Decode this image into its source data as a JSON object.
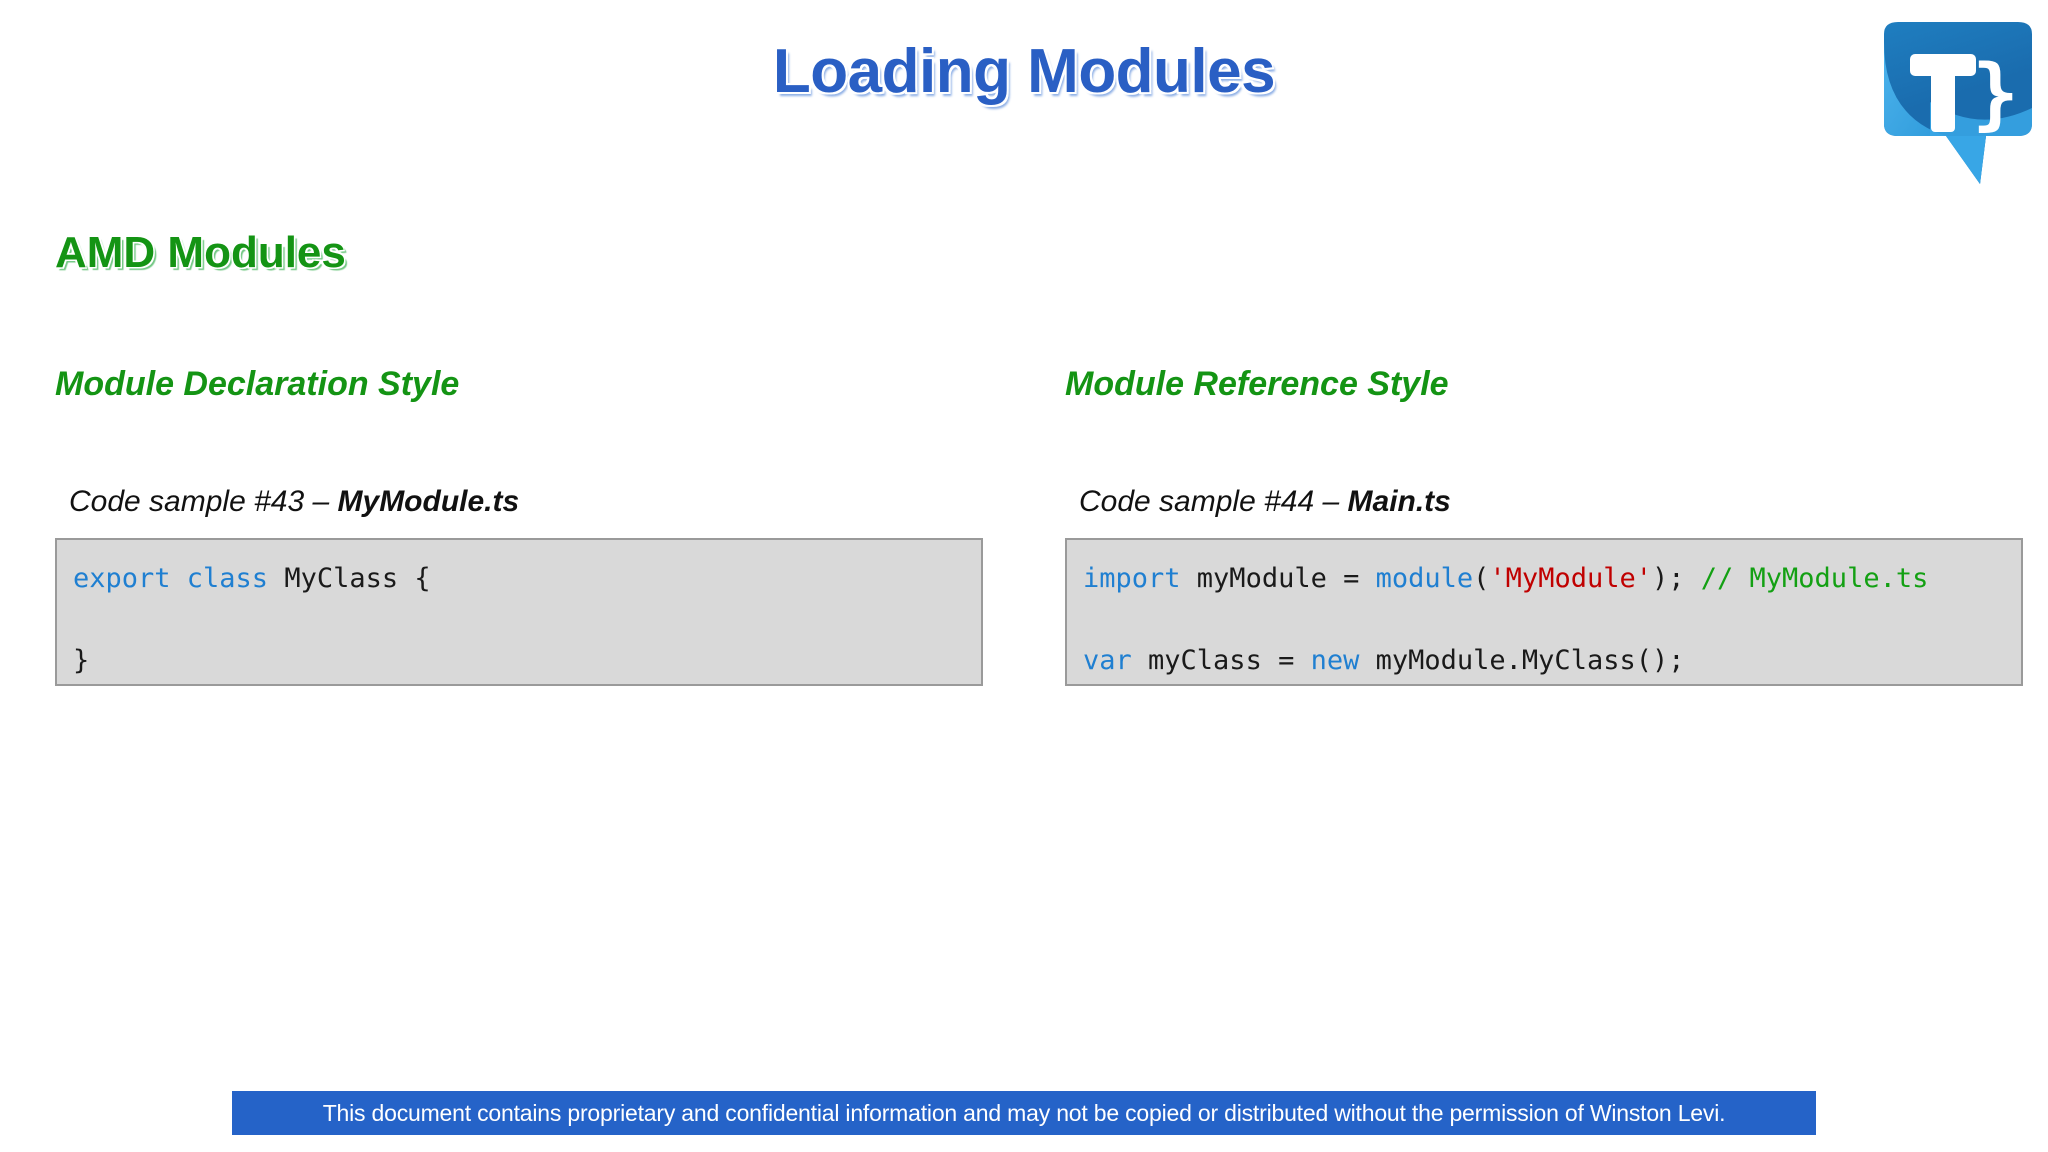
{
  "slide": {
    "title": "Loading Modules",
    "section_heading": "AMD Modules",
    "title_color": "#2a5fc4",
    "heading_color": "#149414"
  },
  "logo": {
    "name": "typescript-speech-bubble-logo",
    "letter": "T",
    "brace": "}",
    "color_dark": "#1a6fb5",
    "color_light": "#3fa9e8",
    "color_mid": "#1f8fd6"
  },
  "columns": [
    {
      "style_heading": "Module Declaration Style",
      "caption_prefix": "Code sample #43 – ",
      "caption_file": "MyModule.ts",
      "code_lines": [
        [
          {
            "t": "export class ",
            "c": "kw"
          },
          {
            "t": "MyClass {",
            "c": "pln"
          }
        ],
        [],
        [
          {
            "t": "}",
            "c": "pln"
          }
        ]
      ]
    },
    {
      "style_heading": "Module Reference Style",
      "caption_prefix": "Code sample #44 – ",
      "caption_file": "Main.ts",
      "code_lines": [
        [
          {
            "t": "import ",
            "c": "kw"
          },
          {
            "t": "myModule = ",
            "c": "pln"
          },
          {
            "t": "module",
            "c": "kw"
          },
          {
            "t": "(",
            "c": "pln"
          },
          {
            "t": "'MyModule'",
            "c": "str"
          },
          {
            "t": "); ",
            "c": "pln"
          },
          {
            "t": "// MyModule.ts",
            "c": "com"
          }
        ],
        [],
        [
          {
            "t": "var ",
            "c": "kw"
          },
          {
            "t": "myClass = ",
            "c": "pln"
          },
          {
            "t": "new ",
            "c": "kw"
          },
          {
            "t": "myModule.MyClass();",
            "c": "pln"
          }
        ]
      ]
    }
  ],
  "footer": {
    "text": "This document contains proprietary and confidential information and may not be copied or distributed without the permission of Winston Levi.",
    "background": "#2563c8",
    "color": "#ffffff"
  }
}
